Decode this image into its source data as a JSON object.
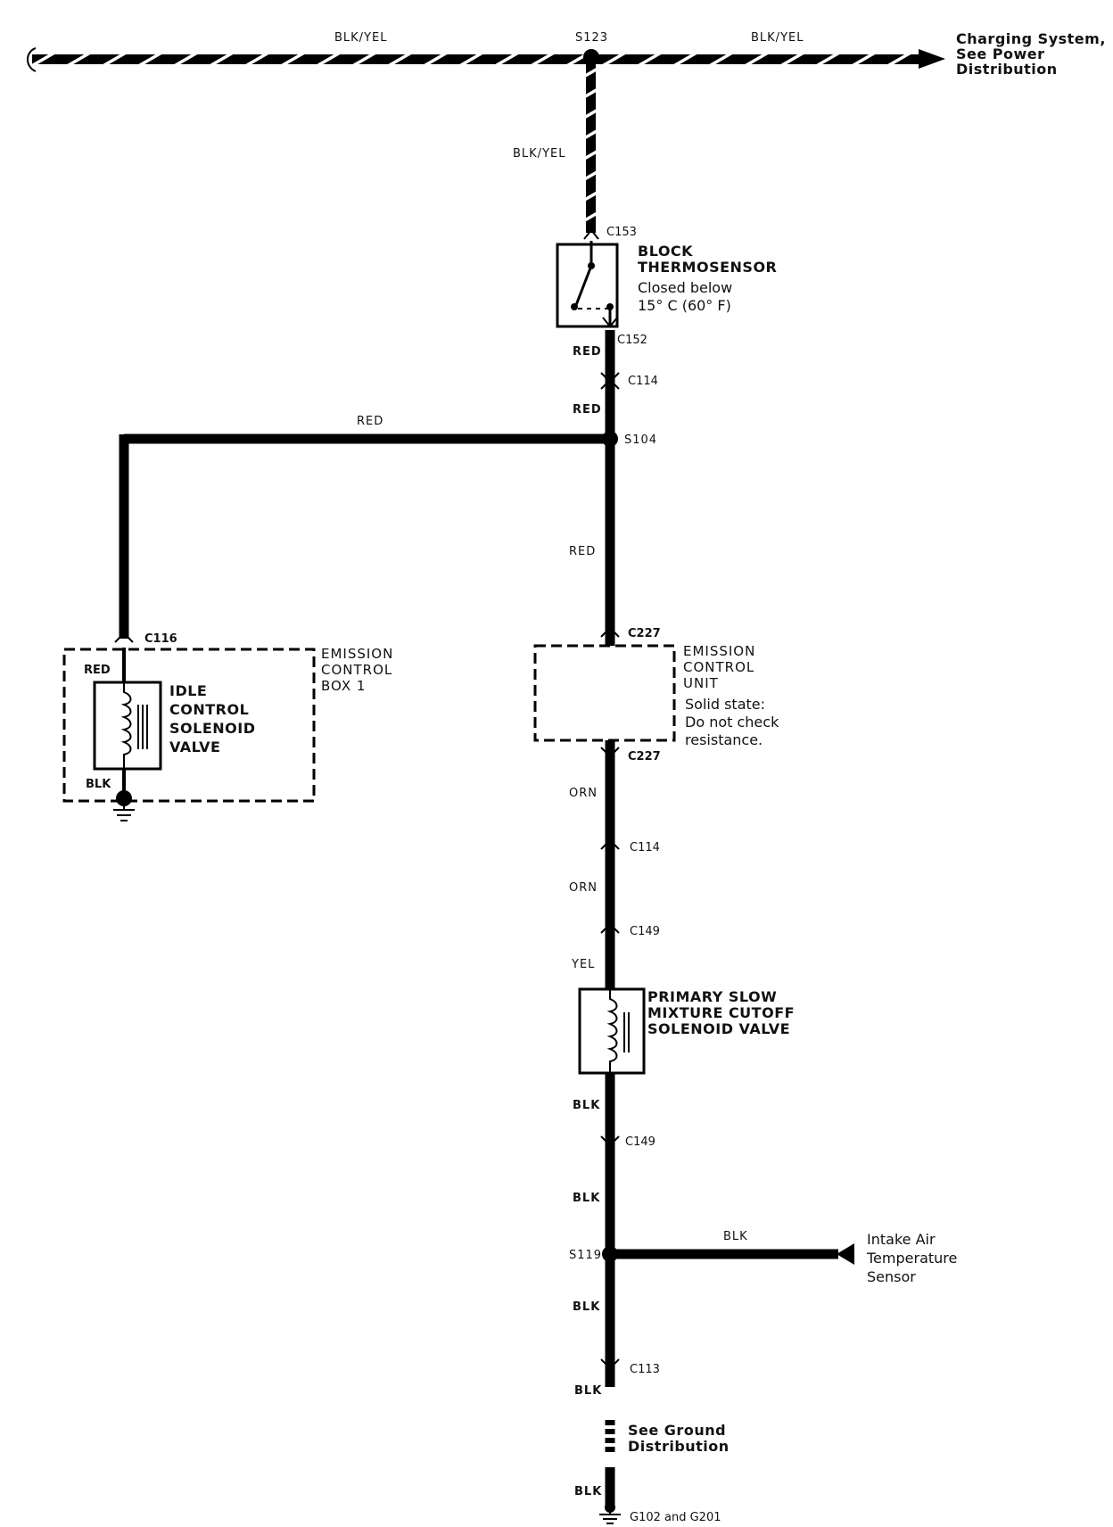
{
  "wires": {
    "top_left": "BLK/YEL",
    "top_right": "BLK/YEL",
    "vertical_top": "BLK/YEL",
    "red_1": "RED",
    "red_2": "RED",
    "red_horizontal": "RED",
    "red_3": "RED",
    "red_idle": "RED",
    "blk_idle": "BLK",
    "orn_1": "ORN",
    "orn_2": "ORN",
    "yel": "YEL",
    "blk_1": "BLK",
    "blk_2": "BLK",
    "blk_sensor": "BLK",
    "blk_3": "BLK",
    "blk_4": "BLK",
    "blk_5": "BLK"
  },
  "splices": {
    "s123": "S123",
    "s104": "S104",
    "s119": "S119"
  },
  "connectors": {
    "c153": "C153",
    "c152": "C152",
    "c114_top": "C114",
    "c116": "C116",
    "c227_in": "C227",
    "c227_out": "C227",
    "c114_bottom": "C114",
    "c149_top": "C149",
    "c149_bottom": "C149",
    "c113": "C113"
  },
  "components": {
    "thermosensor": {
      "line1": "BLOCK",
      "line2": "THERMOSENSOR",
      "note1": "Closed below",
      "note2": "15° C (60° F)"
    },
    "emission_box": {
      "line1": "EMISSION",
      "line2": "CONTROL",
      "line3": "BOX 1"
    },
    "idle_valve": {
      "line1": "IDLE",
      "line2": "CONTROL",
      "line3": "SOLENOID",
      "line4": "VALVE"
    },
    "ecu": {
      "line1": "EMISSION",
      "line2": "CONTROL",
      "line3": "UNIT",
      "note1": "Solid state:",
      "note2": "Do not check",
      "note3": "resistance."
    },
    "primary_valve": {
      "line1": "PRIMARY SLOW",
      "line2": "MIXTURE CUTOFF",
      "line3": "SOLENOID VALVE"
    }
  },
  "references": {
    "charging": {
      "line1": "Charging System,",
      "line2": "See Power",
      "line3": "Distribution"
    },
    "intake": {
      "line1": "Intake Air",
      "line2": "Temperature",
      "line3": "Sensor"
    },
    "ground_ref": {
      "line1": "See Ground",
      "line2": "Distribution"
    },
    "ground": "G102 and G201"
  }
}
